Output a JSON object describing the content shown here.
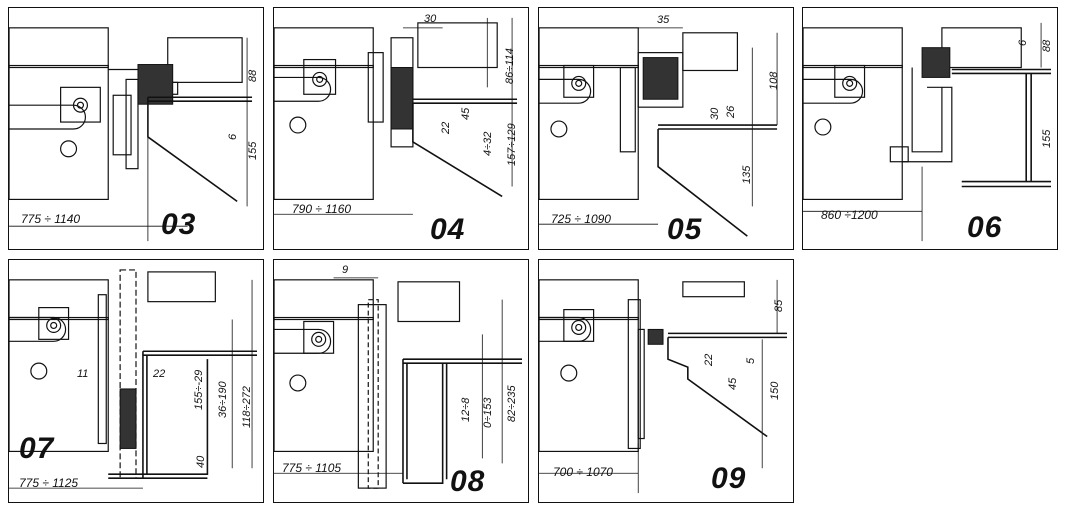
{
  "panels": [
    {
      "number": "03",
      "range": "775 ÷ 1140",
      "dims": [
        "88",
        "6",
        "155"
      ]
    },
    {
      "number": "04",
      "range": "790 ÷ 1160",
      "dims": [
        "30",
        "86÷114",
        "22",
        "45",
        "4÷32",
        "157÷129"
      ]
    },
    {
      "number": "05",
      "range": "725 ÷ 1090",
      "dims": [
        "35",
        "108",
        "30",
        "26",
        "135"
      ]
    },
    {
      "number": "06",
      "range": "860 ÷1200",
      "dims": [
        "6",
        "88",
        "155"
      ]
    },
    {
      "number": "07",
      "range": "775 ÷ 1125",
      "dims": [
        "11",
        "22",
        "155÷-29",
        "36÷190",
        "118÷272",
        "40"
      ]
    },
    {
      "number": "08",
      "range": "775 ÷ 1105",
      "dims": [
        "9",
        "12÷8",
        "0÷153",
        "82÷235"
      ]
    },
    {
      "number": "09",
      "range": "700 ÷ 1070",
      "dims": [
        "85",
        "22",
        "45",
        "5",
        "150"
      ]
    }
  ]
}
